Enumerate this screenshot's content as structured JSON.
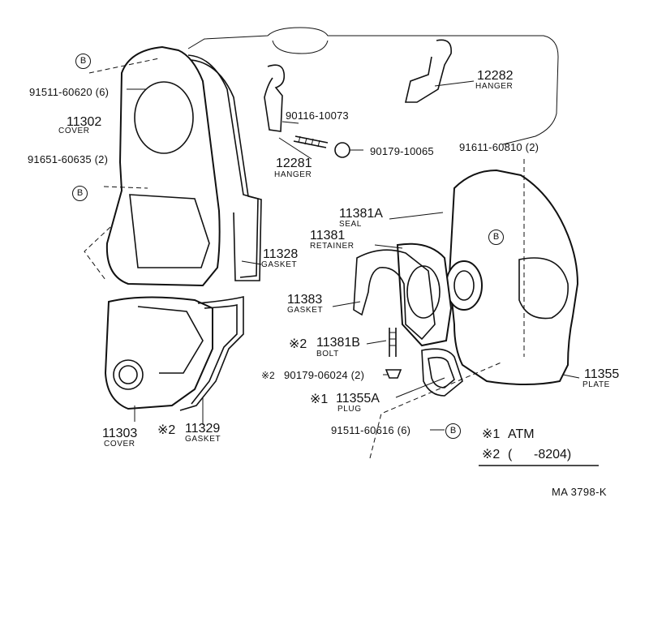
{
  "callout_marker": "B",
  "note_markers": {
    "n1": "※1",
    "n2": "※2"
  },
  "parts": {
    "p91511_60620": "91511-60620 (6)",
    "p11302": "11302",
    "p11302_name": "COVER",
    "p91651_60635": "91651-60635 (2)",
    "p11328": "11328",
    "p11328_name": "GASKET",
    "p11303": "11303",
    "p11303_name": "COVER",
    "p11329": "11329",
    "p11329_name": "GASKET",
    "p90116_10073": "90116-10073",
    "p90179_10065": "90179-10065",
    "p12281": "12281",
    "p12281_name": "HANGER",
    "p12282": "12282",
    "p12282_name": "HANGER",
    "p91611_60810": "91611-60810 (2)",
    "p11381A": "11381A",
    "p11381A_name": "SEAL",
    "p11381": "11381",
    "p11381_name": "RETAINER",
    "p11383": "11383",
    "p11383_name": "GASKET",
    "p11381B": "11381B",
    "p11381B_name": "BOLT",
    "p90179_06024": "90179-06024 (2)",
    "p11355A": "11355A",
    "p11355A_name": "PLUG",
    "p91511_60616": "91511-60616 (6)",
    "p11355": "11355",
    "p11355_name": "PLATE"
  },
  "legend": {
    "note1": "ATM",
    "note2": "(      -8204)"
  },
  "diagram_code": "MA  3798-K"
}
